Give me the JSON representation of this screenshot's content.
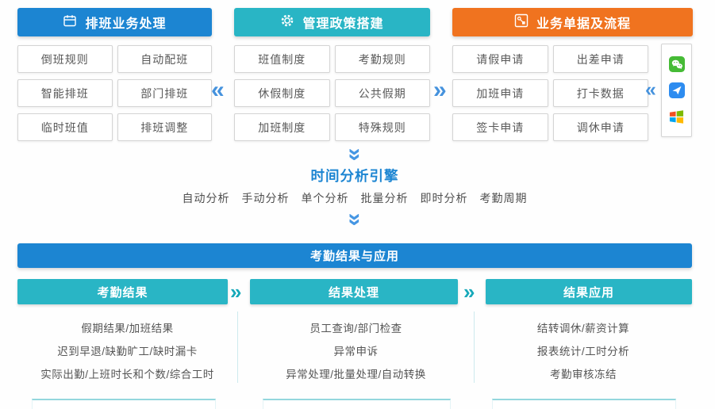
{
  "palette": {
    "blue": "#1c85d2",
    "teal": "#29b5c5",
    "orange": "#f0731f",
    "chevron_blue": "#4592dd",
    "chevron_teal": "#17a9ba",
    "box_border": "#d4d4d4",
    "box_text": "#595959",
    "wechat_green": "#46bb36",
    "app_blue": "#2d8cf0",
    "windows_red": "#f25022",
    "windows_green": "#7fba00",
    "windows_blue": "#00a4ef",
    "windows_yellow": "#ffb900"
  },
  "connectors": {
    "left_glyph": "«",
    "right_glyph": "»"
  },
  "top_groups": [
    {
      "title": "排班业务处理",
      "icon": "calendar-icon",
      "items": [
        "倒班规则",
        "自动配班",
        "智能排班",
        "部门排班",
        "临时班值",
        "排班调整"
      ]
    },
    {
      "title": "管理政策搭建",
      "icon": "gear-icon",
      "items": [
        "班值制度",
        "考勤规则",
        "休假制度",
        "公共假期",
        "加班制度",
        "特殊规则"
      ]
    },
    {
      "title": "业务单据及流程",
      "icon": "flow-icon",
      "items": [
        "请假申请",
        "出差申请",
        "加班申请",
        "打卡数据",
        "签卡申请",
        "调休申请"
      ]
    }
  ],
  "channel_icons": [
    {
      "name": "wechat-icon"
    },
    {
      "name": "paper-plane-app-icon"
    },
    {
      "name": "windows-icon"
    }
  ],
  "engine": {
    "title": "时间分析引擎",
    "modes": [
      "自动分析",
      "手动分析",
      "单个分析",
      "批量分析",
      "即时分析",
      "考勤周期"
    ]
  },
  "results": {
    "banner": "考勤结果与应用",
    "columns": [
      {
        "header": "考勤结果",
        "items": [
          "假期结果/加班结果",
          "迟到早退/缺勤旷工/缺时漏卡",
          "实际出勤/上班时长和个数/综合工时"
        ]
      },
      {
        "header": "结果处理",
        "items": [
          "员工查询/部门检查",
          "异常申诉",
          "异常处理/批量处理/自动转换"
        ]
      },
      {
        "header": "结果应用",
        "items": [
          "结转调休/薪资计算",
          "报表统计/工时分析",
          "考勤审核冻结"
        ]
      }
    ]
  }
}
